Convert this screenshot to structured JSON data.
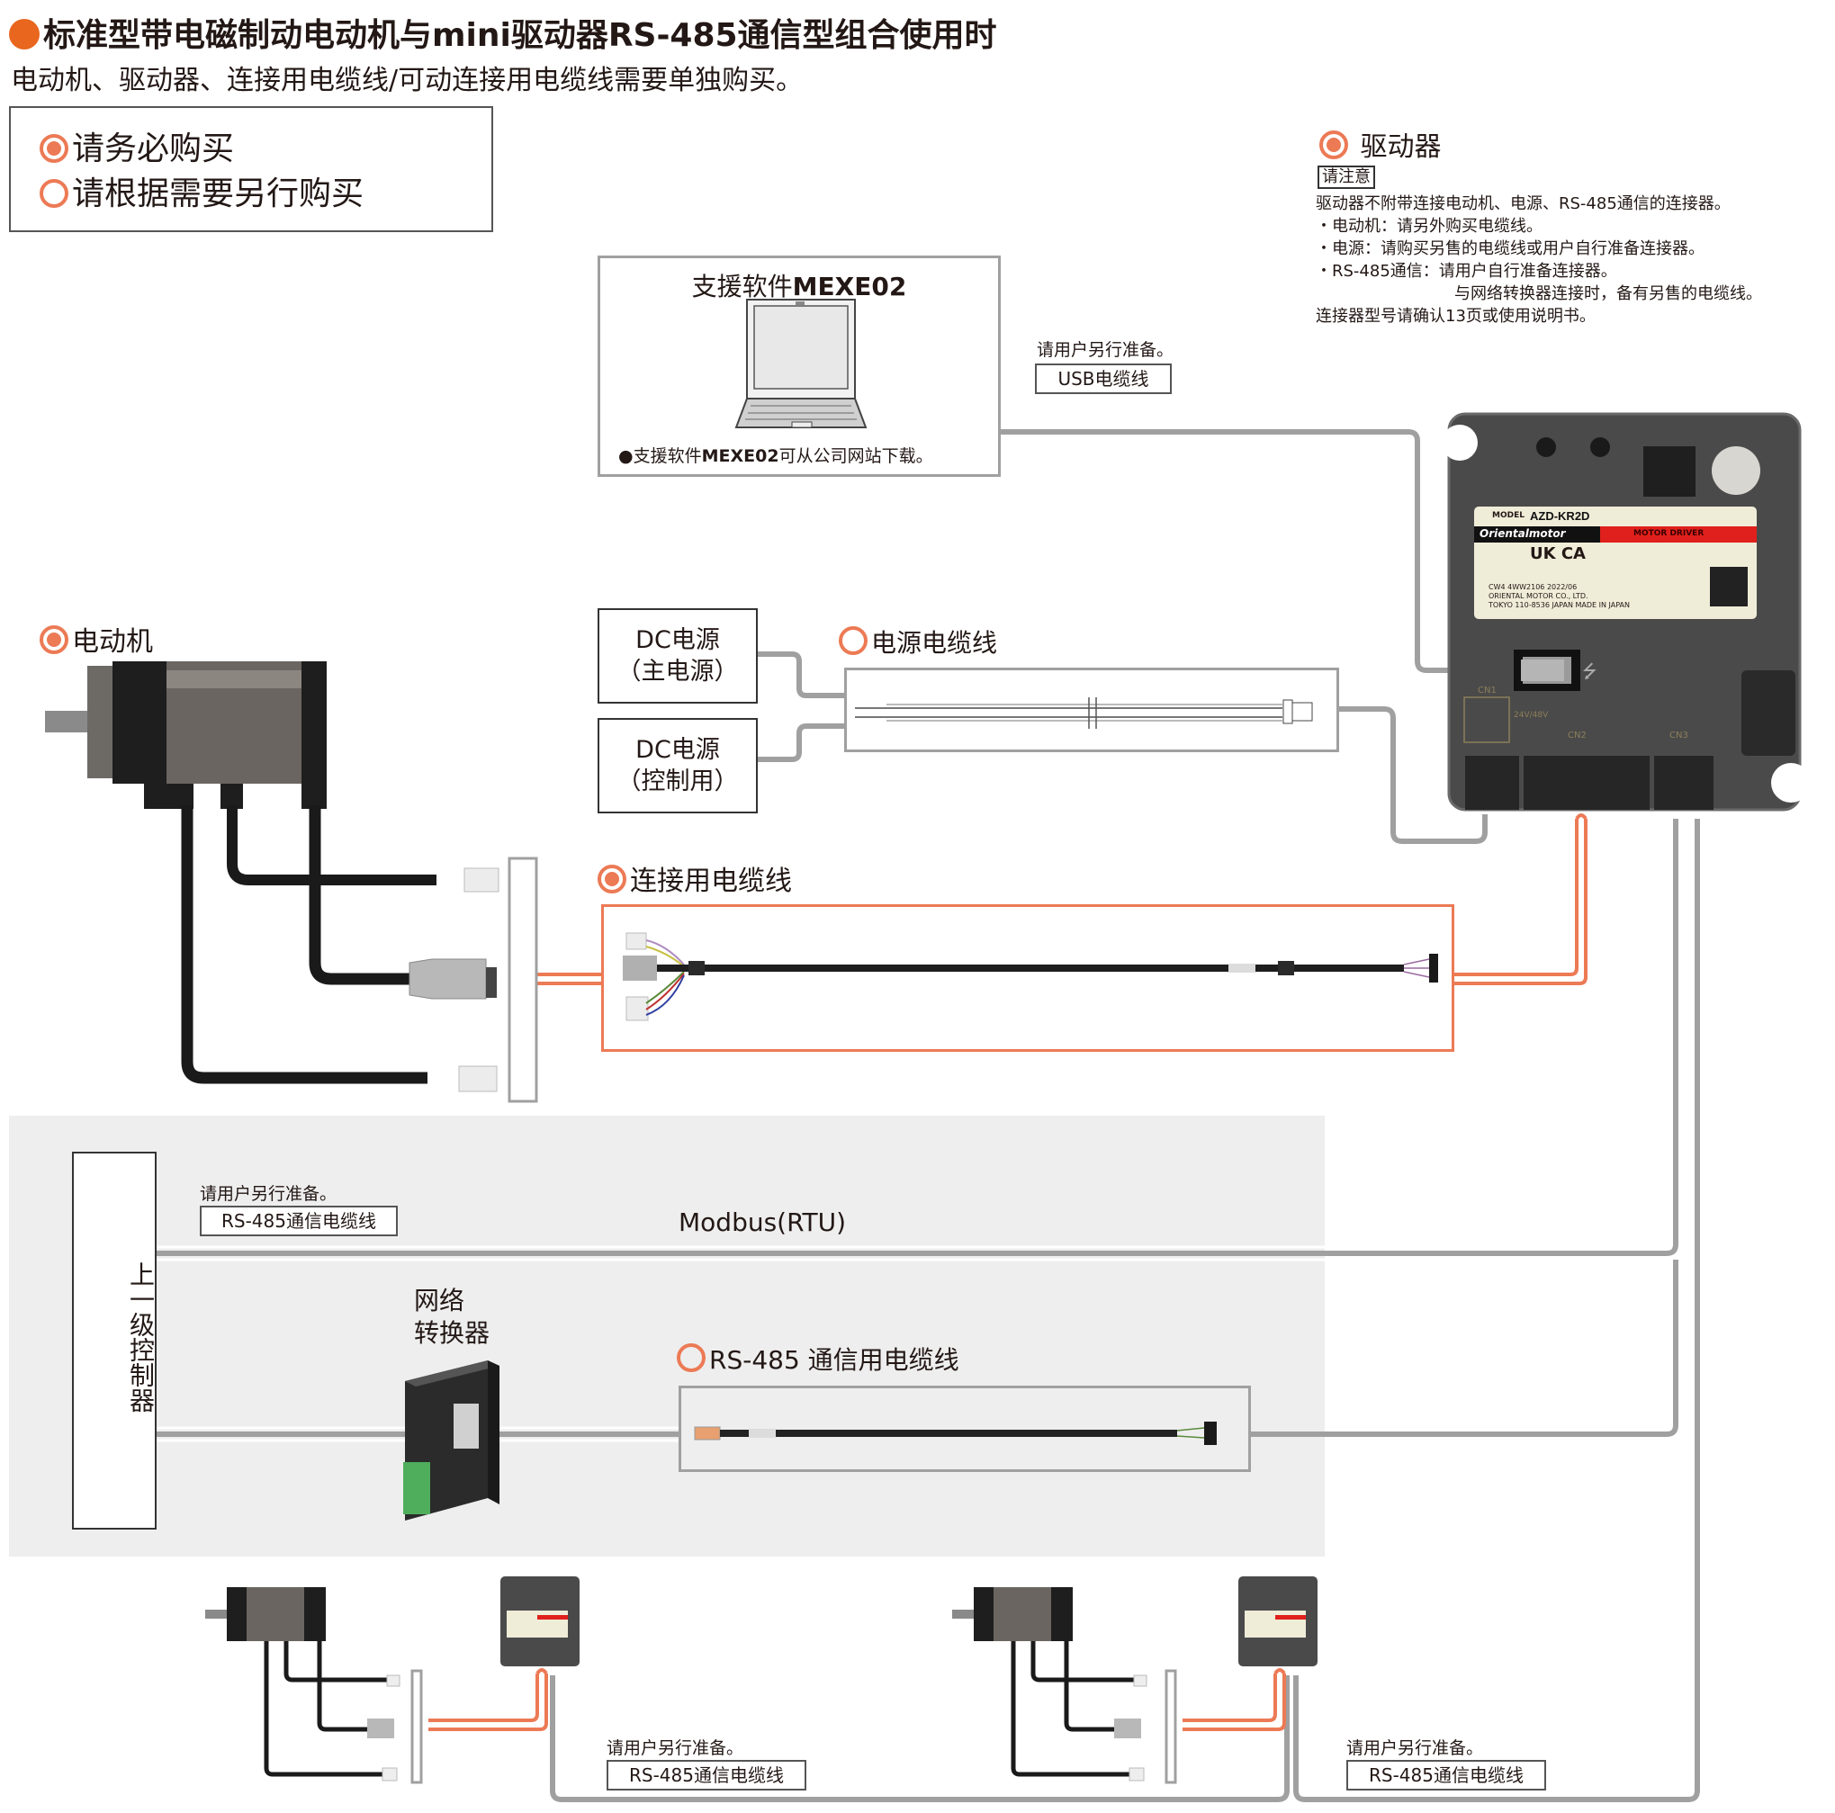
{
  "header": {
    "title": "标准型带电磁制动电动机与mini驱动器RS-485通信型组合使用时",
    "subtitle": "电动机、驱动器、连接用电缆线/可动连接用电缆线需要单独购买。"
  },
  "legend": {
    "required_label": "请务必购买",
    "optional_label": "请根据需要另行购买"
  },
  "colors": {
    "accent": "#ec7a55",
    "title_dot": "#e8661e",
    "cable_gray": "#a0a0a0",
    "band_bg": "#eeeeee"
  },
  "software": {
    "title_prefix": "支援软件",
    "title_product": "MEXE02",
    "note_prefix": "●支援软件",
    "note_product": "MEXE02",
    "note_suffix": "可从公司网站下载。"
  },
  "usb": {
    "note": "请用户另行准备。",
    "label": "USB电缆线"
  },
  "driver": {
    "heading": "驱动器",
    "caution_tag": "请注意",
    "notes": [
      "驱动器不附带连接电动机、电源、RS-485通信的连接器。",
      "・电动机：请另外购买电缆线。",
      "・电源：请购买另售的电缆线或用户自行准备连接器。",
      "・RS-485通信：请用户自行准备连接器。",
      "与网络转换器连接时，备有另售的电缆线。",
      "连接器型号请确认13页或使用说明书。"
    ],
    "model_prefix": "MODEL",
    "model": "AZD-KR2D",
    "brand": "Orientalmotor",
    "type": "MOTOR DRIVER",
    "cert_ukca": "UK CA",
    "label_line1": "CW4  4WW2106  2022/06",
    "label_line2": "ORIENTAL MOTOR CO., LTD.",
    "label_line3": "TOKYO 110-8536 JAPAN   MADE IN JAPAN",
    "cn1": "CN1",
    "cn2": "CN2",
    "cn3": "CN3",
    "voltage": "24V/48V"
  },
  "motor": {
    "heading": "电动机"
  },
  "power": {
    "main_line1": "DC电源",
    "main_line2": "（主电源）",
    "ctrl_line1": "DC电源",
    "ctrl_line2": "（控制用）",
    "cable_heading": "电源电缆线"
  },
  "connection_cable": {
    "heading": "连接用电缆线"
  },
  "network": {
    "controller": "上一级控制器",
    "modbus": "Modbus(RTU)",
    "rs485_note": "请用户另行准备。",
    "rs485_label": "RS-485通信电缆线",
    "converter_line1": "网络",
    "converter_line2": "转换器",
    "rs485_cable_heading": "RS-485 通信用电缆线"
  },
  "bottom": {
    "left_note": "请用户另行准备。",
    "left_label": "RS-485通信电缆线",
    "right_note": "请用户另行准备。",
    "right_label": "RS-485通信电缆线"
  }
}
